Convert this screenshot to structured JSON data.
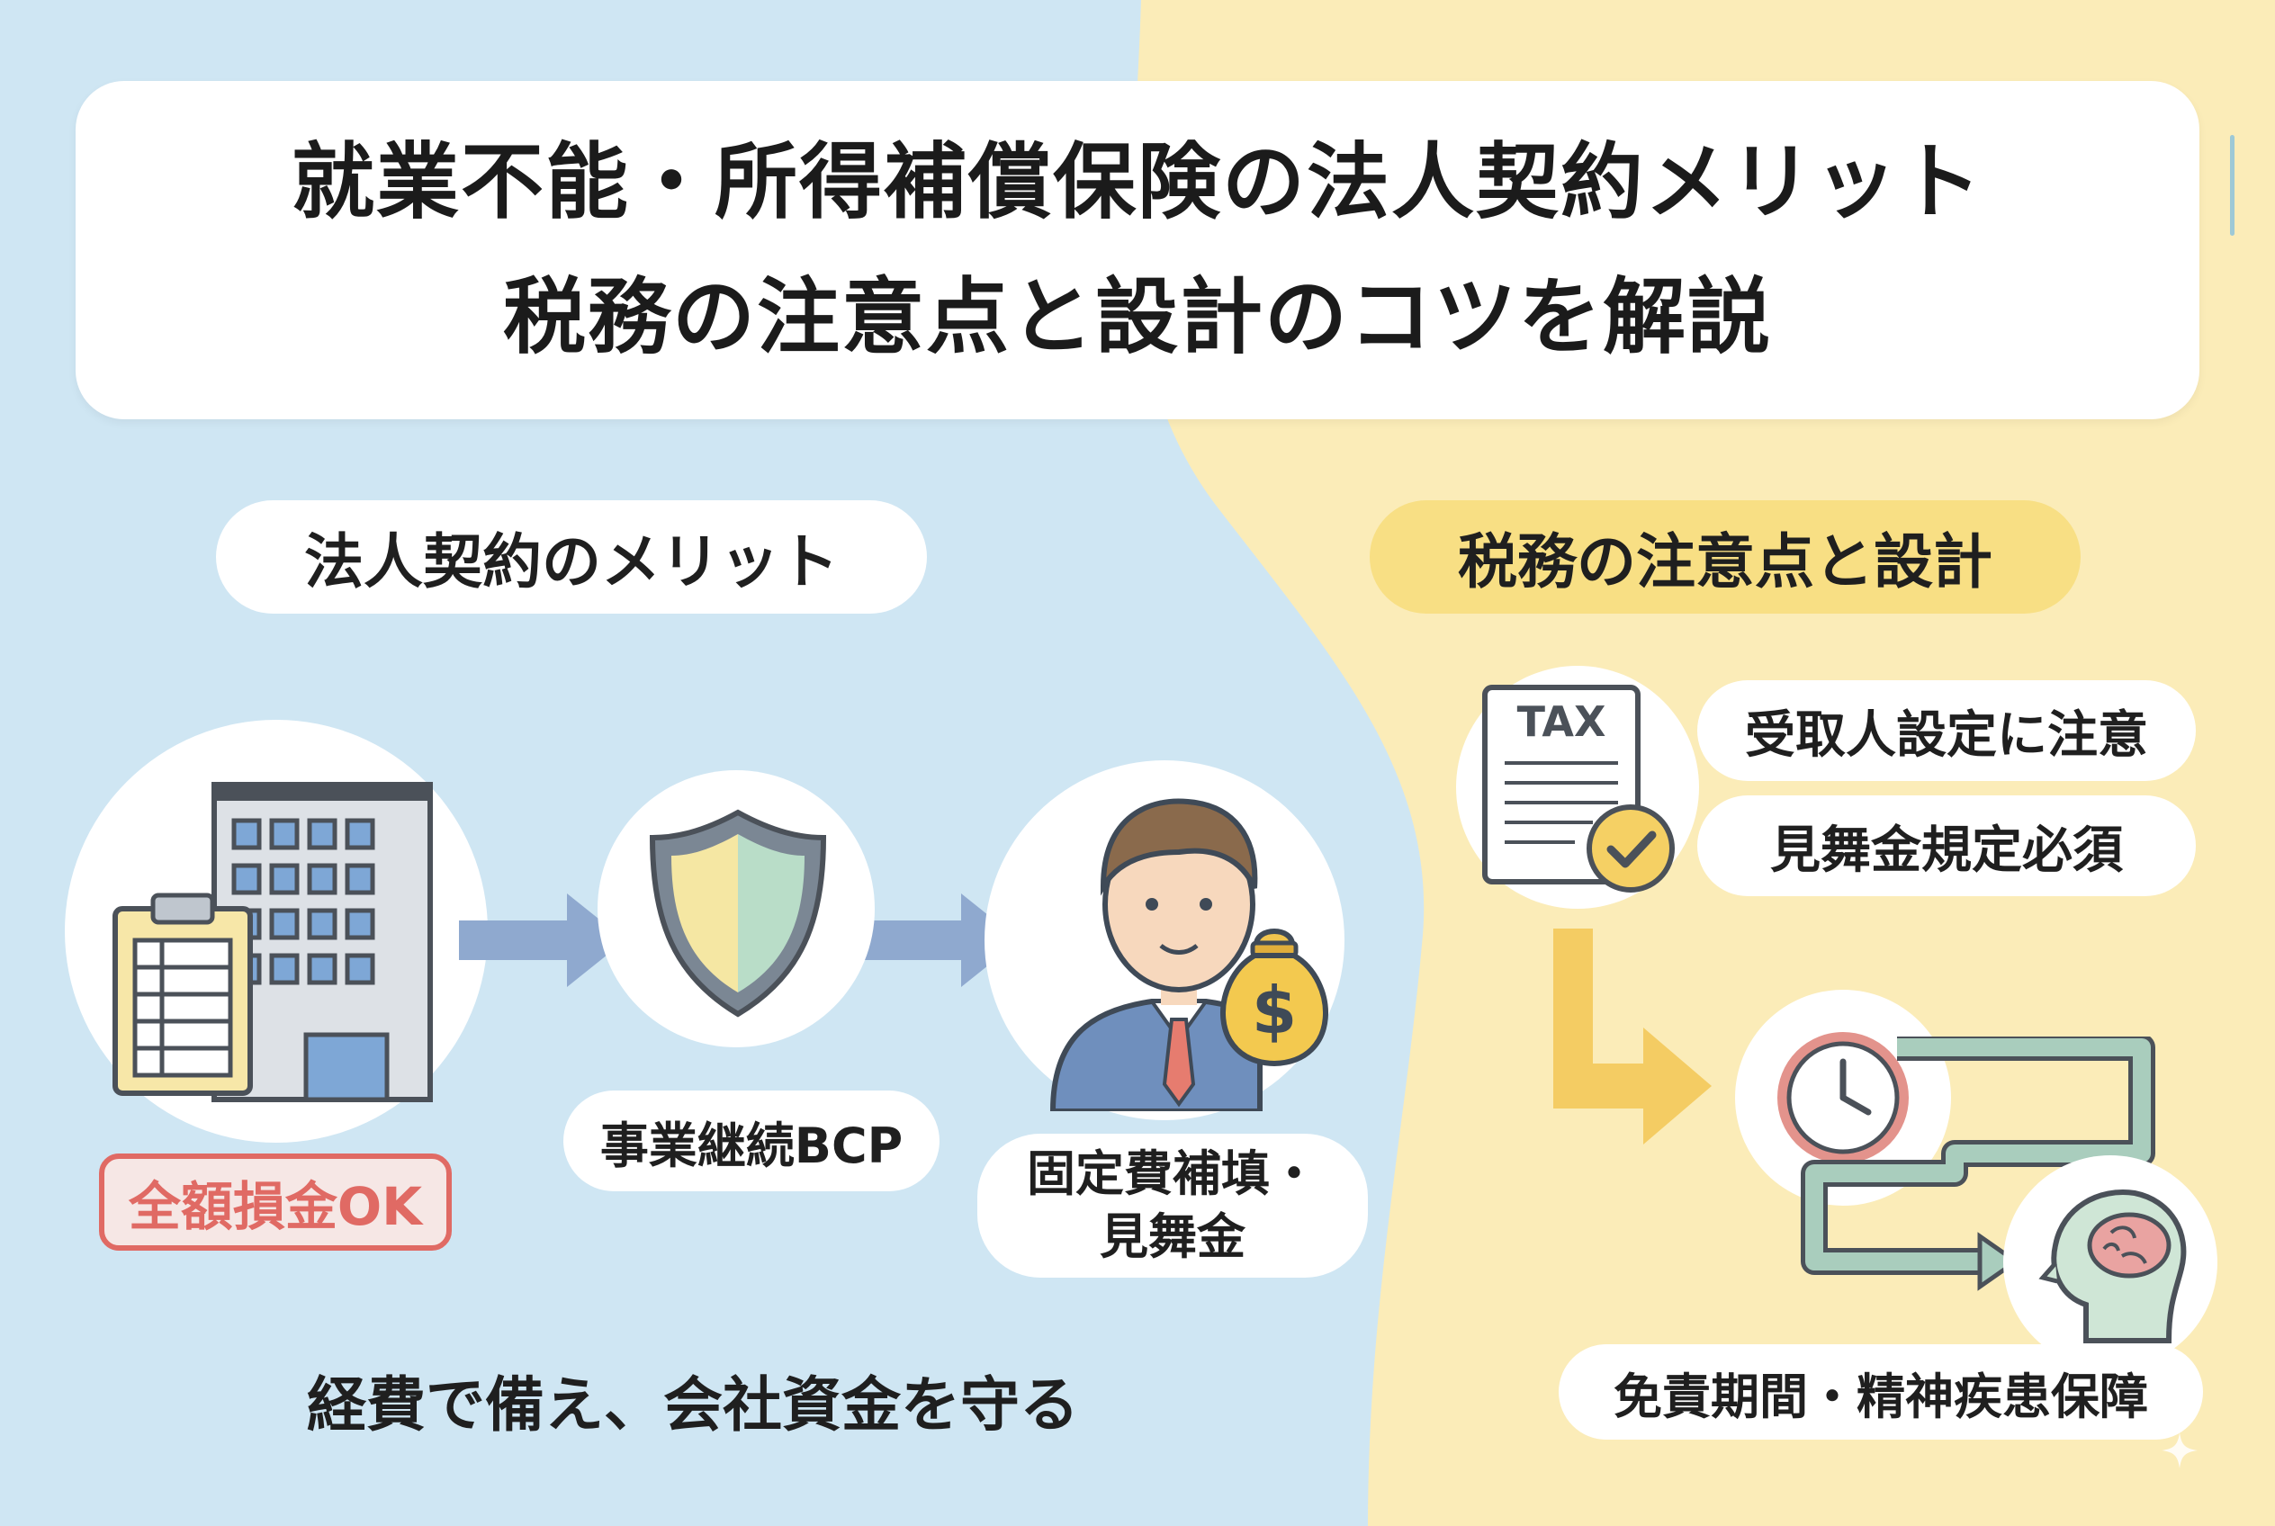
{
  "title": {
    "line1": "就業不能・所得補償保険の法人契約メリット",
    "line2": "税務の注意点と設計のコツを解説"
  },
  "left": {
    "heading": "法人契約のメリット",
    "badge": "全額損金OK",
    "label_bcp": "事業継続BCP",
    "label_fixed_line1": "固定費補填・",
    "label_fixed_line2": "見舞金",
    "footer": "経費で備え、会社資金を守る"
  },
  "right": {
    "heading": "税務の注意点と設計",
    "tax_doc_text": "TAX",
    "note1": "受取人設定に注意",
    "note2": "見舞金規定必須",
    "footer": "免責期間・精神疾患保障"
  },
  "icons": {
    "money_bag_symbol": "$"
  },
  "colors": {
    "left_bg": "#cfe6f3",
    "right_bg": "#fbecb8",
    "arrow_blue": "#8fa9cf",
    "arrow_yellow": "#f4cc63",
    "badge_red": "#e06a64",
    "path_green": "#a9cdbd"
  }
}
